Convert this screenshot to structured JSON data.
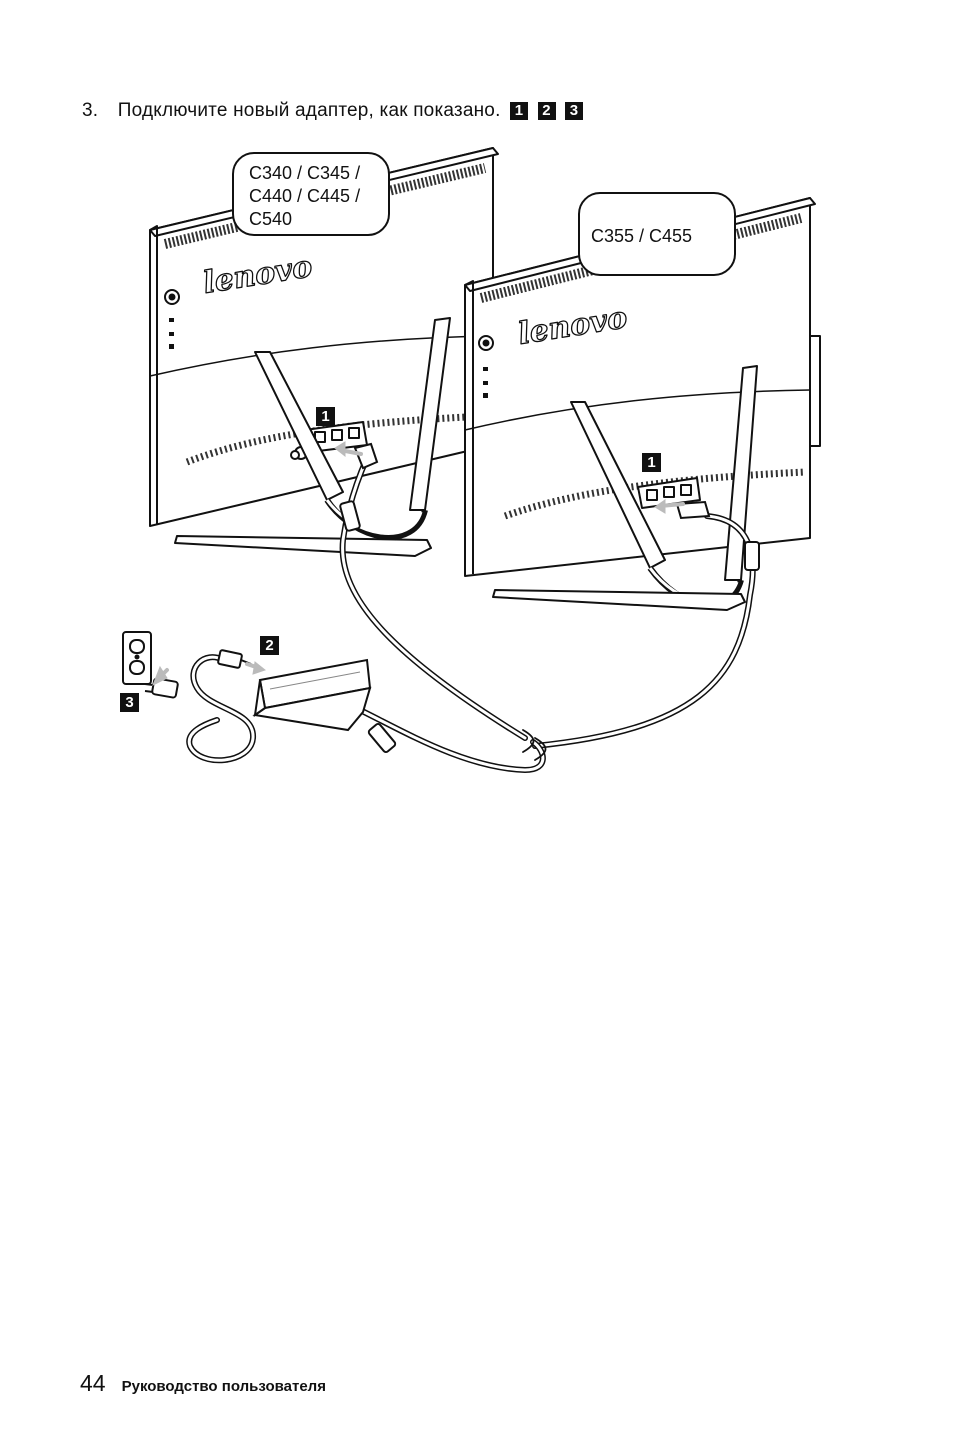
{
  "instruction": {
    "number": "3.",
    "text": "Подключите новый адаптер, как показано.",
    "badges": [
      "1",
      "2",
      "3"
    ]
  },
  "figure": {
    "callout_left_lines": [
      "C340 / C345 /",
      "C440 / C445 /",
      "C540"
    ],
    "callout_right": "C355 / C455",
    "brand_logo": "lenovo",
    "markers": [
      "1",
      "1",
      "2",
      "3"
    ]
  },
  "footer": {
    "page_number": "44",
    "title": "Руководство пользователя"
  }
}
